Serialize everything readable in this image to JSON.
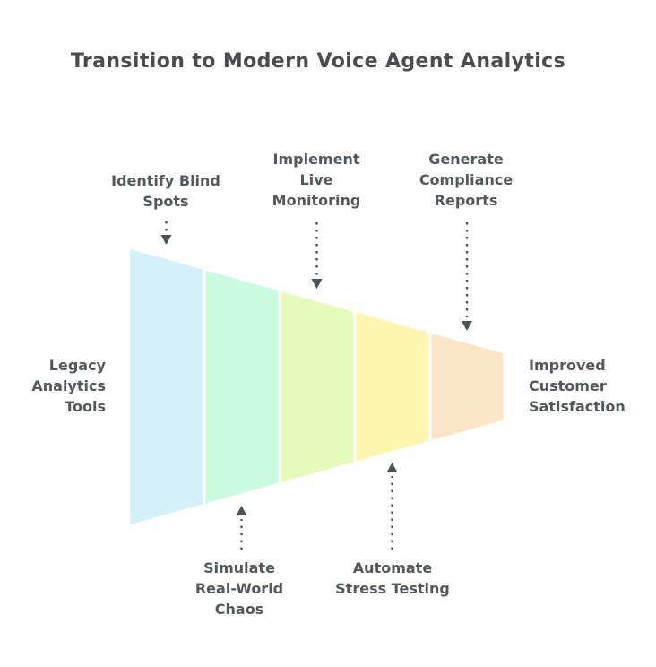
{
  "title": "Transition to Modern Voice Agent Analytics",
  "diagram": {
    "type": "funnel",
    "direction": "left-to-right",
    "start_label": {
      "lines": [
        "Legacy",
        "Analytics",
        "Tools"
      ]
    },
    "end_label": {
      "lines": [
        "Improved",
        "Customer",
        "Satisfaction"
      ]
    },
    "stages": [
      {
        "color": "#d3f0fb"
      },
      {
        "color": "#c8fbe0"
      },
      {
        "color": "#e6fbbb"
      },
      {
        "color": "#fdf6ae"
      },
      {
        "color": "#fde5c8"
      }
    ],
    "callouts_top": [
      {
        "lines": [
          "Identify Blind",
          "Spots"
        ]
      },
      {
        "lines": [
          "Implement",
          "Live",
          "Monitoring"
        ]
      },
      {
        "lines": [
          "Generate",
          "Compliance",
          "Reports"
        ]
      }
    ],
    "callouts_bottom": [
      {
        "lines": [
          "Simulate",
          "Real-World",
          "Chaos"
        ]
      },
      {
        "lines": [
          "Automate",
          "Stress Testing"
        ]
      }
    ]
  },
  "colors": {
    "background": "#ffffff",
    "title_text": "#494b4f",
    "label_text": "#54585c",
    "arrow": "#4e5257",
    "stage_border": "#ffffff"
  }
}
